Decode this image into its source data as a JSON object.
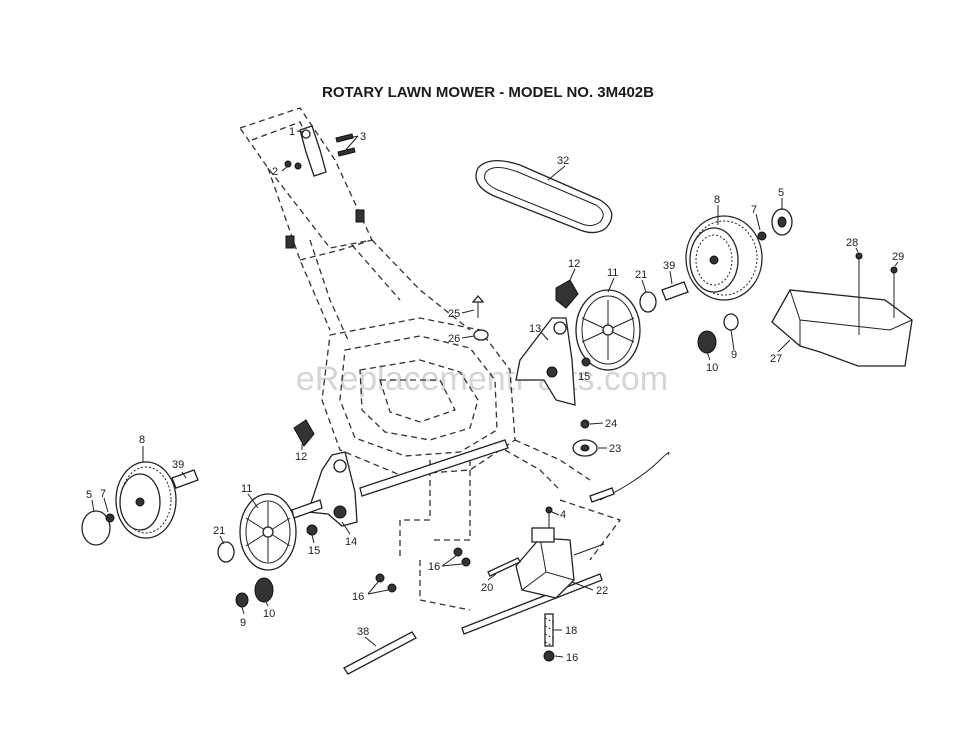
{
  "title": "ROTARY LAWN MOWER - MODEL NO.  3M402B",
  "watermark": "eReplacementParts.com",
  "callouts": [
    {
      "id": "c1",
      "label": "1"
    },
    {
      "id": "c3",
      "label": "3"
    },
    {
      "id": "c2",
      "label": "2"
    },
    {
      "id": "c32",
      "label": "32"
    },
    {
      "id": "c8r",
      "label": "8"
    },
    {
      "id": "c7r",
      "label": "7"
    },
    {
      "id": "c5r",
      "label": "5"
    },
    {
      "id": "c28",
      "label": "28"
    },
    {
      "id": "c29",
      "label": "29"
    },
    {
      "id": "c12r",
      "label": "12"
    },
    {
      "id": "c11r",
      "label": "11"
    },
    {
      "id": "c21r",
      "label": "21"
    },
    {
      "id": "c39r",
      "label": "39"
    },
    {
      "id": "c25",
      "label": "25"
    },
    {
      "id": "c26",
      "label": "26"
    },
    {
      "id": "c13",
      "label": "13"
    },
    {
      "id": "c15r",
      "label": "15"
    },
    {
      "id": "c9r",
      "label": "9"
    },
    {
      "id": "c10r",
      "label": "10"
    },
    {
      "id": "c27",
      "label": "27"
    },
    {
      "id": "c24",
      "label": "24"
    },
    {
      "id": "c23",
      "label": "23"
    },
    {
      "id": "c12l",
      "label": "12"
    },
    {
      "id": "c8l",
      "label": "8"
    },
    {
      "id": "c39l",
      "label": "39"
    },
    {
      "id": "c7l",
      "label": "7"
    },
    {
      "id": "c5l",
      "label": "5"
    },
    {
      "id": "c11l",
      "label": "11"
    },
    {
      "id": "c14",
      "label": "14"
    },
    {
      "id": "c15l",
      "label": "15"
    },
    {
      "id": "c21l",
      "label": "21"
    },
    {
      "id": "c4",
      "label": "4"
    },
    {
      "id": "c16a",
      "label": "16"
    },
    {
      "id": "c20",
      "label": "20"
    },
    {
      "id": "c22",
      "label": "22"
    },
    {
      "id": "c16b",
      "label": "16"
    },
    {
      "id": "c9l",
      "label": "9"
    },
    {
      "id": "c10l",
      "label": "10"
    },
    {
      "id": "c38",
      "label": "38"
    },
    {
      "id": "c18",
      "label": "18"
    },
    {
      "id": "c16c",
      "label": "16"
    }
  ]
}
